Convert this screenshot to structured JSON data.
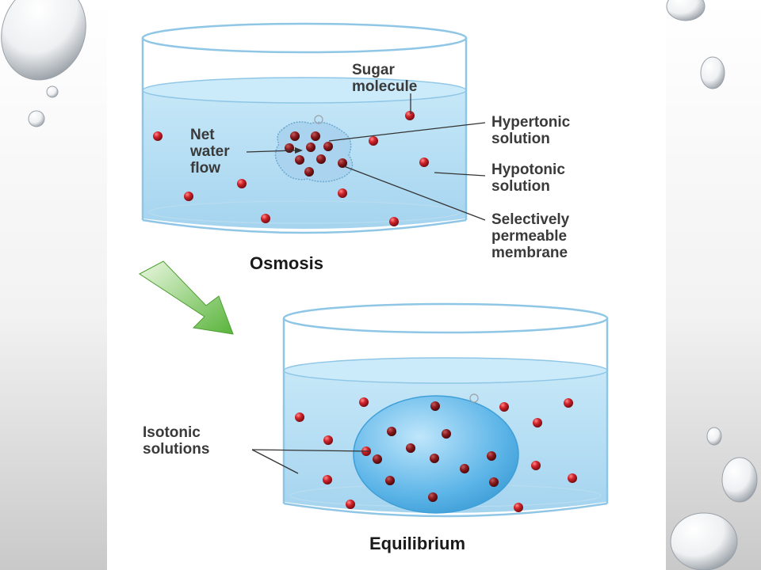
{
  "diagram": {
    "top_panel": {
      "title": "Osmosis",
      "labels": {
        "sugar_molecule": [
          "Sugar",
          "molecule"
        ],
        "net_water_flow": [
          "Net",
          "water",
          "flow"
        ],
        "hypertonic": [
          "Hypertonic",
          "solution"
        ],
        "hypotonic": [
          "Hypotonic",
          "solution"
        ],
        "membrane": [
          "Selectively",
          "permeable",
          "membrane"
        ]
      }
    },
    "bottom_panel": {
      "title": "Equilibrium",
      "labels": {
        "isotonic": [
          "Isotonic",
          "solutions"
        ]
      }
    }
  },
  "colors": {
    "water": "#a9d8f2",
    "glass_edge": "#8fc6e6",
    "molecule": "#c8202a",
    "arrow": "#6cc24a"
  }
}
